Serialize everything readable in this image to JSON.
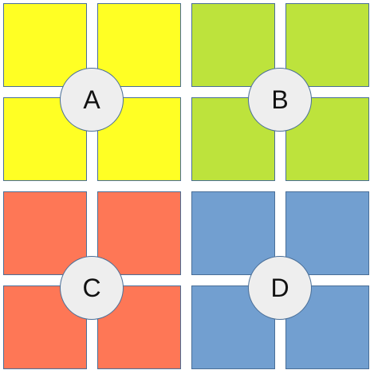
{
  "groups": [
    {
      "label": "A",
      "color": "#ffff24"
    },
    {
      "label": "B",
      "color": "#bde33c"
    },
    {
      "label": "C",
      "color": "#fe7756"
    },
    {
      "label": "D",
      "color": "#729fd0"
    }
  ],
  "badge_color": "#eeeeee",
  "border_color": "#4a6f98"
}
